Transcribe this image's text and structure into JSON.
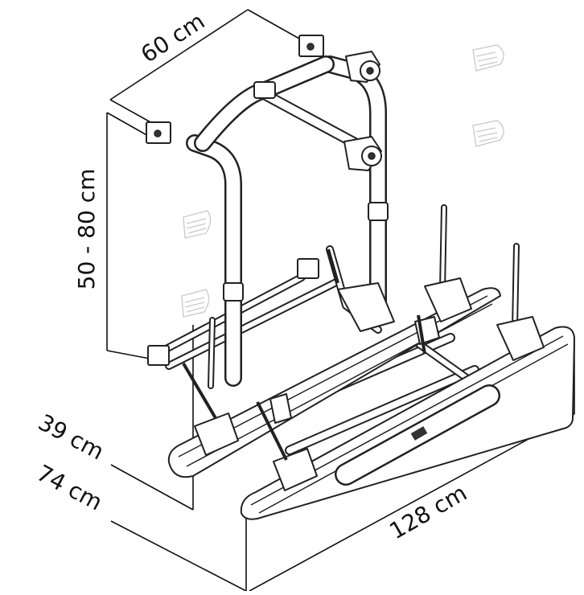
{
  "dimensions": {
    "width": "60 cm",
    "height_range": "50 - 80 cm",
    "depth_folded": "39 cm",
    "depth_open": "74 cm",
    "length": "128 cm"
  },
  "colors": {
    "line": "#222222",
    "background": "#ffffff",
    "ghost_icon": "#c9c9c9"
  }
}
